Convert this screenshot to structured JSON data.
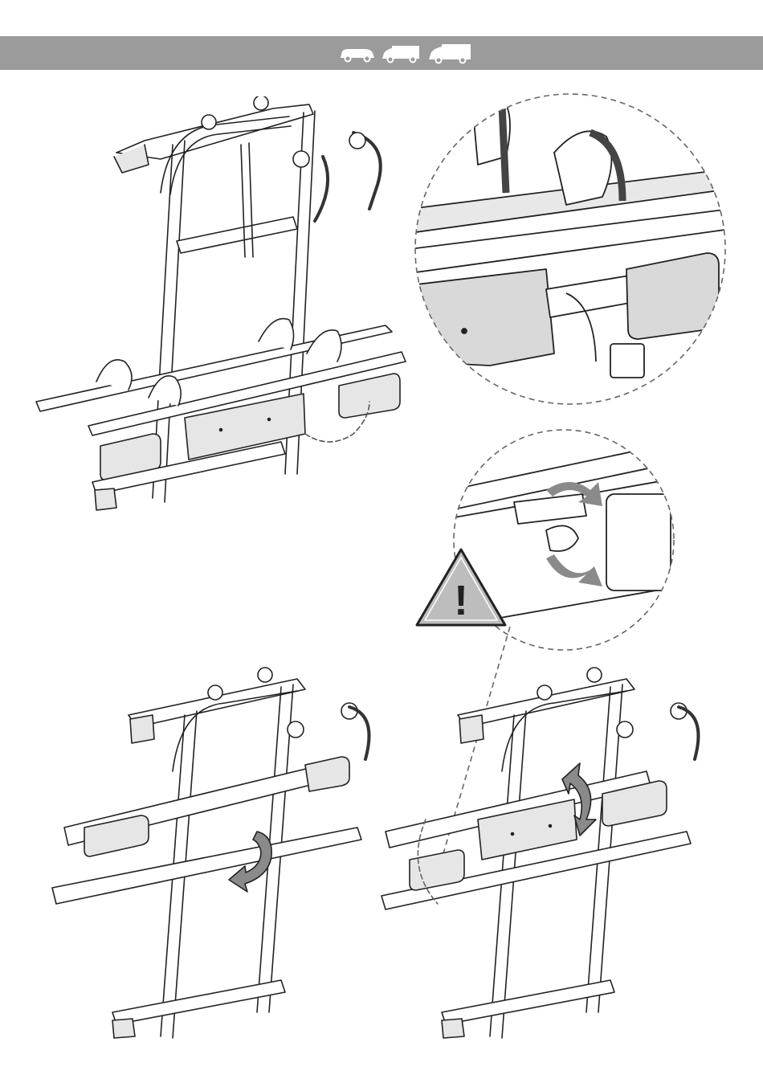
{
  "header": {
    "vehicle_icons": [
      "van-icon",
      "panel-van-icon",
      "motorhome-icon"
    ]
  },
  "figures": {
    "main_overview": {
      "name": "bike-rack-overview"
    },
    "zoom_detail_top": {
      "name": "license-plate-bracket-detail"
    },
    "zoom_detail_lock": {
      "name": "rotation-lock-detail",
      "warning": "!"
    },
    "fold_step_left": {
      "name": "folded-rack-rotate-step"
    },
    "fold_step_right": {
      "name": "folded-rack-plate-rotate-step"
    }
  },
  "colors": {
    "header_bg": "#9b9b9b",
    "icon_fill": "#ffffff",
    "line": "#222222",
    "panel_fill": "#d9d9d9",
    "arrow_fill": "#8a8a8a",
    "warning_fill": "#bdbdbd"
  }
}
